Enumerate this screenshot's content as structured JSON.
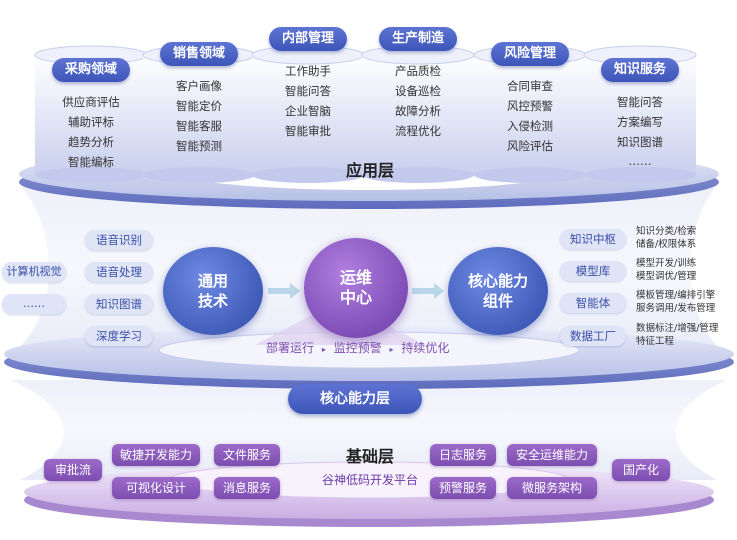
{
  "app_layer": {
    "title": "应用层",
    "columns": [
      {
        "label": "采购领域",
        "items": [
          "供应商评估",
          "辅助评标",
          "趋势分析",
          "智能编标"
        ]
      },
      {
        "label": "销售领域",
        "items": [
          "客户画像",
          "智能定价",
          "智能客服",
          "智能预测"
        ]
      },
      {
        "label": "内部管理",
        "items": [
          "工作助手",
          "智能问答",
          "企业智脑",
          "智能审批"
        ]
      },
      {
        "label": "生产制造",
        "items": [
          "产品质检",
          "设备巡检",
          "故障分析",
          "流程优化"
        ]
      },
      {
        "label": "风险管理",
        "items": [
          "合同审查",
          "风控预警",
          "入侵检测",
          "风险评估"
        ]
      },
      {
        "label": "知识服务",
        "items": [
          "智能问答",
          "方案编写",
          "知识图谱",
          "……"
        ]
      }
    ]
  },
  "core_layer": {
    "title": "核心能力层",
    "left_pills": [
      "语音识别",
      "语音处理",
      "知识图谱",
      "深度学习"
    ],
    "far_left_pills": [
      "计算机视觉",
      "……"
    ],
    "circles": {
      "general_tech": [
        "通用",
        "技术"
      ],
      "ops_center": [
        "运维",
        "中心"
      ],
      "core_components": [
        "核心能力",
        "组件"
      ]
    },
    "ops_steps": [
      "部署运行",
      "监控预警",
      "持续优化"
    ],
    "right_items": [
      {
        "label": "知识中枢",
        "notes": [
          "知识分类/检索",
          "储备/权限体系"
        ]
      },
      {
        "label": "模型库",
        "notes": [
          "模型开发/训练",
          "模型调优/管理"
        ]
      },
      {
        "label": "智能体",
        "notes": [
          "模板管理/编排引擎",
          "服务调用/发布管理"
        ]
      },
      {
        "label": "数据工厂",
        "notes": [
          "数据标注/增强/管理",
          "特征工程"
        ]
      }
    ]
  },
  "base_layer": {
    "title": "基础层",
    "subtitle": "谷神低码开发平台",
    "left_side": "审批流",
    "right_side": "国产化",
    "row1": [
      "敏捷开发能力",
      "文件服务",
      "日志服务",
      "安全运维能力"
    ],
    "row2": [
      "可视化设计",
      "消息服务",
      "预警服务",
      "微服务架构"
    ]
  },
  "colors": {
    "primary": "#3d55b8",
    "purple": "#7c4eb0",
    "light": "#dfe4f6"
  }
}
